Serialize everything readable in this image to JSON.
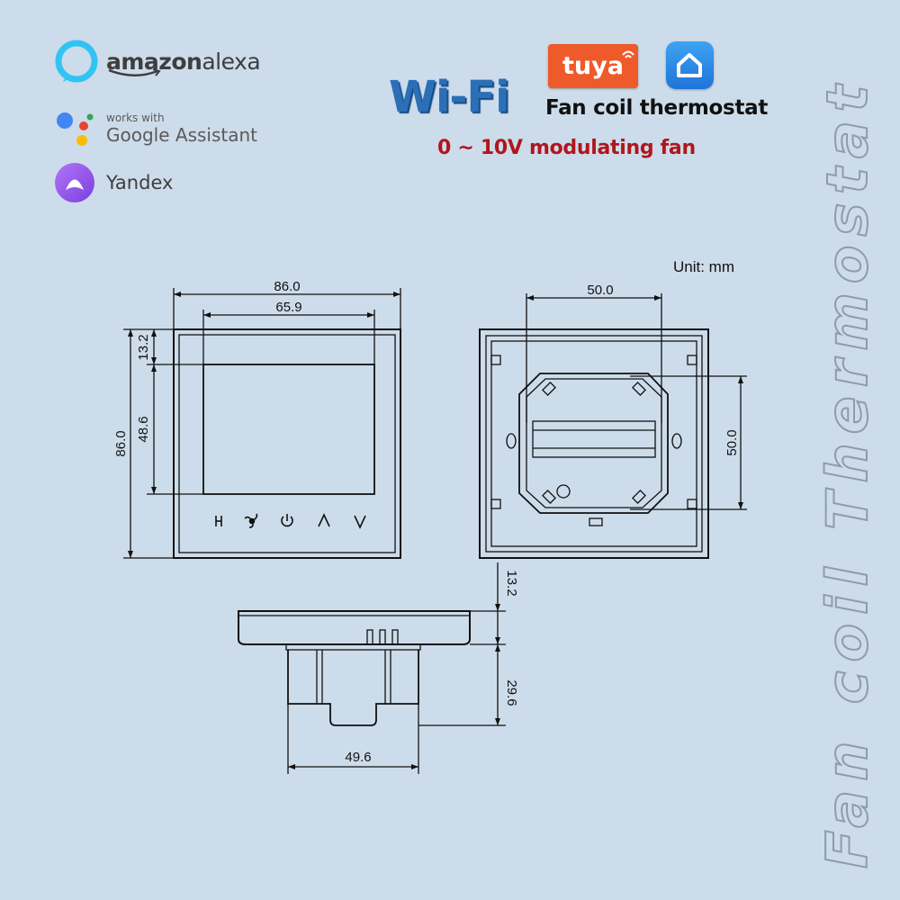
{
  "brands": {
    "alexa": {
      "word1": "amazon",
      "word2": "alexa"
    },
    "google": {
      "small": "works with",
      "main": "Google Assistant"
    },
    "yandex": {
      "main": "Yandex"
    },
    "tuya": "tuya"
  },
  "headline": {
    "wifi": "Wi-Fi",
    "subtitle": "Fan coil thermostat",
    "modulating": "0 ~ 10V modulating fan"
  },
  "unit": "Unit: mm",
  "dimensions": {
    "front_width": "86.0",
    "screen_width": "65.9",
    "top_margin": "13.2",
    "screen_height": "48.6",
    "front_height": "86.0",
    "back_width": "50.0",
    "back_height": "50.0",
    "side_thickness": "13.2",
    "side_depth": "29.6",
    "side_body_width": "49.6"
  },
  "watermark": "Fan coil Thermostat",
  "colors": {
    "background": "#cddcea",
    "wifi_blue": "#2b6fb6",
    "red": "#b0161d",
    "tuya_orange": "#ef5a2a"
  },
  "icons": [
    "alexa-ring-icon",
    "google-dots-icon",
    "yandex-alice-icon",
    "smart-home-icon",
    "mode-icon",
    "fan-icon",
    "power-icon",
    "up-arrow-icon",
    "down-arrow-icon"
  ]
}
